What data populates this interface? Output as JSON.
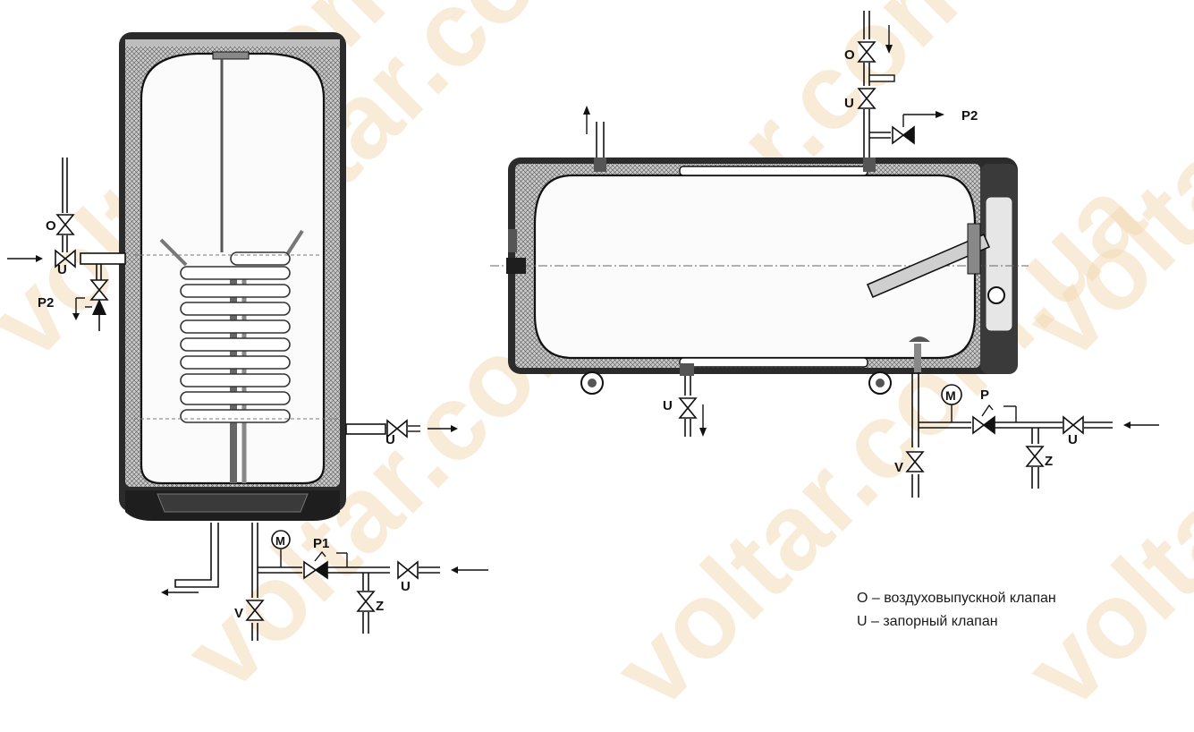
{
  "watermark": {
    "text": "voltar.com.ua",
    "color": "#f3dcb8"
  },
  "legend": [
    {
      "key": "O",
      "text": "O – воздуховыпускной клапан"
    },
    {
      "key": "U",
      "text": "U – запорный клапан"
    }
  ],
  "vertical_heater": {
    "labels": {
      "air_valve": "O",
      "inlet_valve": "U",
      "safety_valve_coil": "P2",
      "outlet_valve": "U",
      "manometer": "M",
      "safety_valve": "P1",
      "supply_valve": "U",
      "check_valve": "Z",
      "drain_valve": "V"
    }
  },
  "horizontal_heater": {
    "labels": {
      "air_valve": "O",
      "shutoff_valve": "U",
      "safety_valve_coil": "P2",
      "bottom_valve": "U",
      "manometer": "M",
      "safety_valve": "P",
      "supply_valve": "U",
      "check_valve": "Z",
      "drain_valve": "V"
    }
  }
}
